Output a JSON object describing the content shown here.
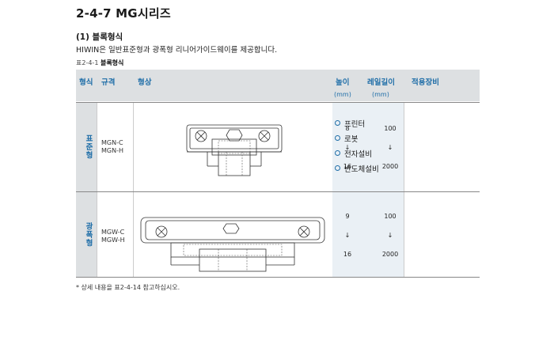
{
  "header": {
    "title": "2-4-7 MG시리즈",
    "subtitle": "(1) 블록형식",
    "description": "HIWIN은 일반표준형과 광폭형 리니어가이드웨이를 제공합니다.",
    "caption_num": "표2-4-1",
    "caption_title": "블록형식"
  },
  "table": {
    "columns": {
      "type": "형식",
      "model": "규격",
      "shape": "형상",
      "height": "높이",
      "height_unit": "(mm)",
      "rail_length": "레일길이",
      "rail_unit": "(mm)",
      "application": "적용장비"
    },
    "rows": [
      {
        "type": "표준형",
        "models": [
          "MGN-C",
          "MGN-H"
        ],
        "height_min": "8",
        "height_max": "16",
        "rail_min": "100",
        "rail_max": "2000",
        "arrow": "↓"
      },
      {
        "type": "광폭형",
        "models": [
          "MGW-C",
          "MGW-H"
        ],
        "height_min": "9",
        "height_max": "16",
        "rail_min": "100",
        "rail_max": "2000",
        "arrow": "↓"
      }
    ],
    "applications": [
      "프린터",
      "로봇",
      "전자설비",
      "반도체설비"
    ]
  },
  "footnote": "* 상세 내용을 표2-4-14 참고하십시오."
}
